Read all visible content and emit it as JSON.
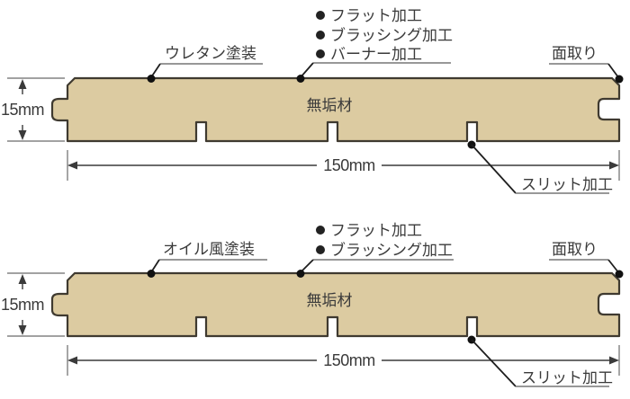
{
  "colors": {
    "plank_fill": "#dccba1",
    "outline": "#3f3a30",
    "label_text": "#3a3a3a",
    "underline": "#8a8a8a",
    "leader": "#1e1e1e"
  },
  "diagrams": [
    {
      "coating_label": "ウレタン塗装",
      "processes": [
        "フラット加工",
        "ブラッシング加工",
        "バーナー加工"
      ],
      "chamfer_label": "面取り",
      "material_label": "無垢材",
      "thickness_label": "15mm",
      "width_label": "150mm",
      "slit_label": "スリット加工"
    },
    {
      "coating_label": "オイル風塗装",
      "processes": [
        "フラット加工",
        "ブラッシング加工"
      ],
      "chamfer_label": "面取り",
      "material_label": "無垢材",
      "thickness_label": "15mm",
      "width_label": "150mm",
      "slit_label": "スリット加工"
    }
  ]
}
